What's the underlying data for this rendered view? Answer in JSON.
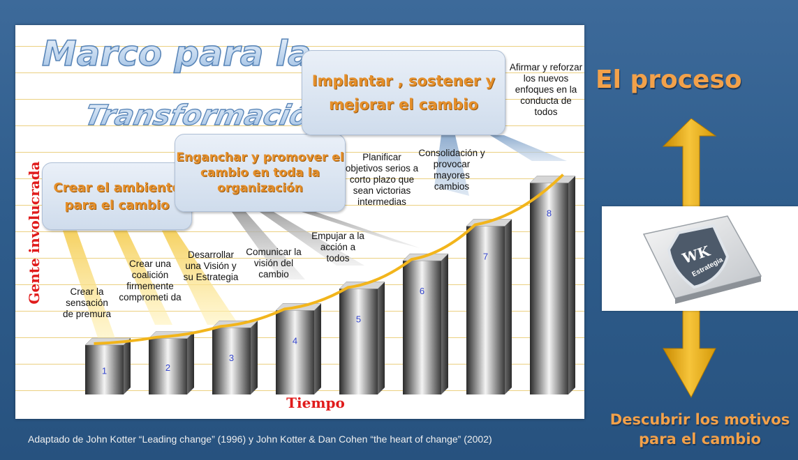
{
  "title_line1": "Marco para la",
  "title_line2": "Transformación",
  "y_axis_label": "Gente involucrada",
  "x_axis_label": "Tiempo",
  "source": "Adaptado de John Kotter “Leading change” (1996) y John Kotter & Dan Cohen “the heart of change” (2002)",
  "side_title": "El proceso",
  "side_subtitle": "Descubrir los motivos para el cambio",
  "logo": {
    "text": "WK",
    "subtext": "Estrategia"
  },
  "callouts": [
    {
      "text": "Crear el ambiente para el cambio",
      "color": "#e58f2a"
    },
    {
      "text": "Enganchar y promover el cambio en toda la organización",
      "color": "#e58f2a"
    },
    {
      "text": "Implantar , sostener y mejorar el cambio",
      "color": "#e58f2a"
    }
  ],
  "steps": [
    {
      "number": "1",
      "label": "Crear la sensación de premura",
      "value": 1
    },
    {
      "number": "2",
      "label": "Crear una coalición firmemente comprometi da",
      "value": 1.3
    },
    {
      "number": "3",
      "label": "Desarrollar una Visión y su Estrategia",
      "value": 1.8
    },
    {
      "number": "4",
      "label": "Comunicar la visión del cambio",
      "value": 2.6
    },
    {
      "number": "5",
      "label": "Empujar a la acción a todos",
      "value": 3.6
    },
    {
      "number": "6",
      "label": "Planificar objetivos serios a corto plazo que sean victorias intermedias",
      "value": 4.9
    },
    {
      "number": "7",
      "label": "Consolidación y provocar mayores cambios",
      "value": 6.5
    },
    {
      "number": "8",
      "label": "Afirmar y reforzar los nuevos enfoques en la conducta de todos",
      "value": 8.5
    }
  ],
  "colors": {
    "background": "#2f5d8c",
    "accent_orange": "#f2a14a",
    "axis_red": "#e01b1b",
    "curve": "#f2b51c",
    "callout_text": "#e58f2a"
  }
}
